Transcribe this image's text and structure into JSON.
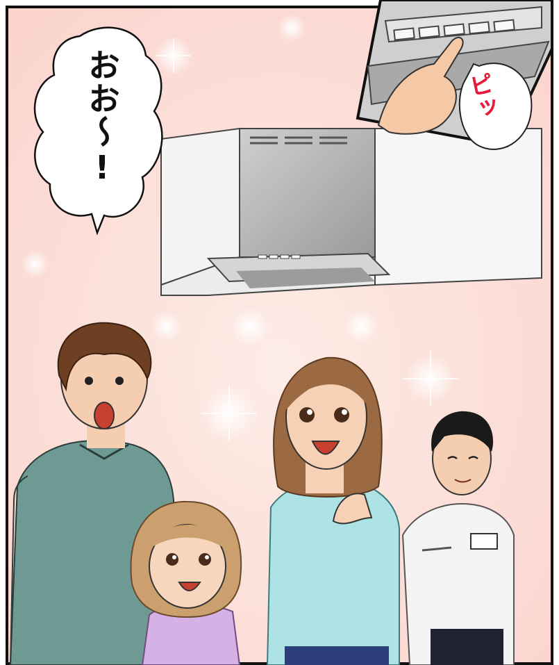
{
  "speech_bubble": {
    "text": "おお〜!"
  },
  "sound_effect": {
    "text": "ピッ"
  },
  "colors": {
    "background_pink": "#fbd3cc",
    "background_light": "#fdece6",
    "hood_gray": "#b9b9b9",
    "hood_white": "#f4f4f4",
    "sfx_red": "#e51b3c"
  },
  "characters": [
    "father",
    "daughter",
    "mother",
    "technician"
  ]
}
